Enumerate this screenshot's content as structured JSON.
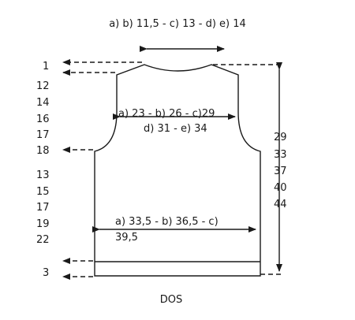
{
  "top_width_label": "a) b) 11,5 - c) 13 - d) e) 14",
  "chest_width_label_line1": "a) 23 - b) 26 - c)29",
  "chest_width_label_line2": "d) 31 - e) 34",
  "hip_width_label_line1": "a) 33,5 - b) 36,5 - c)",
  "hip_width_label_line2": "39,5",
  "left_numbers": [
    "1",
    "12",
    "14",
    "16",
    "17",
    "18",
    "13",
    "15",
    "17",
    "19",
    "22",
    "3"
  ],
  "right_numbers": [
    "29",
    "33",
    "37",
    "40",
    "44"
  ],
  "piece_name": "DOS",
  "colors": {
    "line": "#1a1a1a",
    "background": "#ffffff"
  }
}
